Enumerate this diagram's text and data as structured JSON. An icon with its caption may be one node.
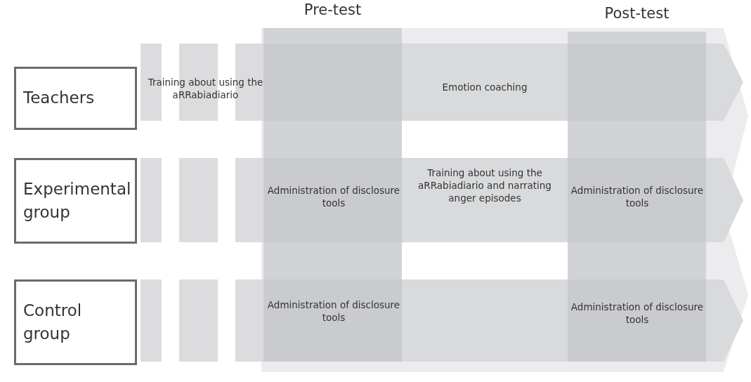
{
  "diagram": {
    "nodes": [
      {
        "text": [
          "Teachers"
        ]
      },
      {
        "text": [
          "Experimental group"
        ]
      },
      {
        "text": [
          "Control group"
        ]
      },
      {
        "text": [
          "Pre-test"
        ]
      },
      {
        "text": [
          "Post-test"
        ]
      }
    ],
    "labels": [
      "Training about using the aRRabiadiario",
      "Emotion coaching",
      "Administration of disclosure tools",
      "Training about using the aRRabiadiario and narrating anger episodes",
      "Administration of disclosure tools",
      "Administration of disclosure tools",
      "Administration of disclosure tools"
    ]
  }
}
